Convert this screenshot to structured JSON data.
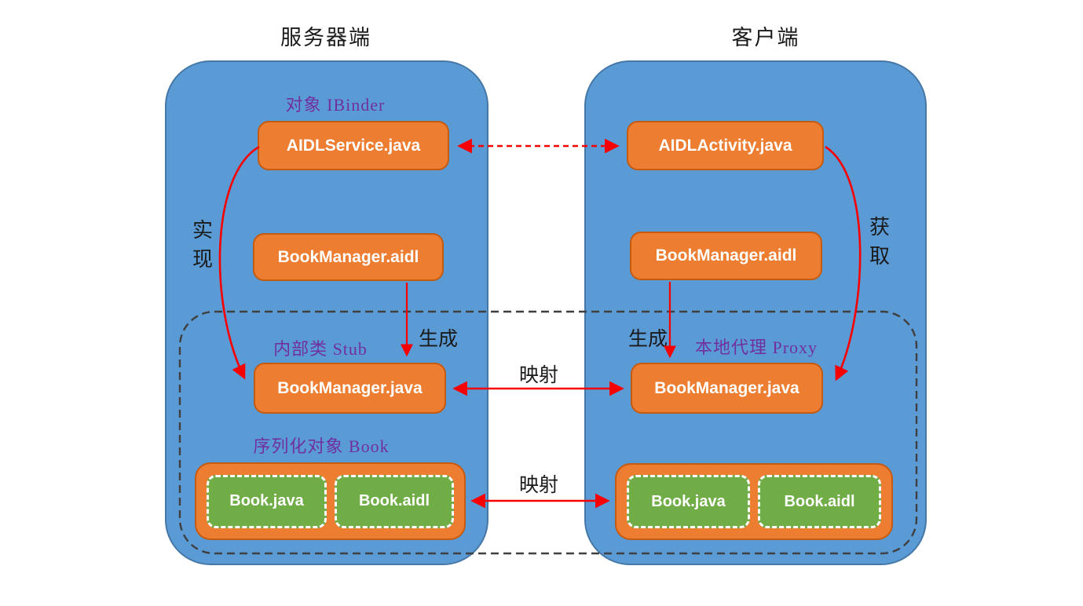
{
  "server": {
    "title": "服务器端",
    "label_ibinder": "对象 IBinder",
    "label_stub": "内部类 Stub",
    "label_book": "序列化对象 Book",
    "box_service": "AIDLService.java",
    "box_manager_aidl": "BookManager.aidl",
    "box_manager_java": "BookManager.java",
    "box_book_java": "Book.java",
    "box_book_aidl": "Book.aidl"
  },
  "client": {
    "title": "客户端",
    "label_proxy": "本地代理 Proxy",
    "box_activity": "AIDLActivity.java",
    "box_manager_aidl": "BookManager.aidl",
    "box_manager_java": "BookManager.java",
    "box_book_java": "Book.java",
    "box_book_aidl": "Book.aidl"
  },
  "edge_labels": {
    "implement": "实现",
    "obtain": "获取",
    "generate_server": "生成",
    "generate_client": "生成",
    "map_manager": "映射",
    "map_book": "映射"
  },
  "colors": {
    "container_blue": "#5B9BD5",
    "container_blue_border": "#4577A7",
    "box_orange": "#ED7D31",
    "box_orange_border": "#C55A11",
    "box_green": "#70AD47",
    "label_purple": "#7030A0",
    "arrow_red": "#F70000",
    "dashed_gray": "#3F3F3F"
  }
}
